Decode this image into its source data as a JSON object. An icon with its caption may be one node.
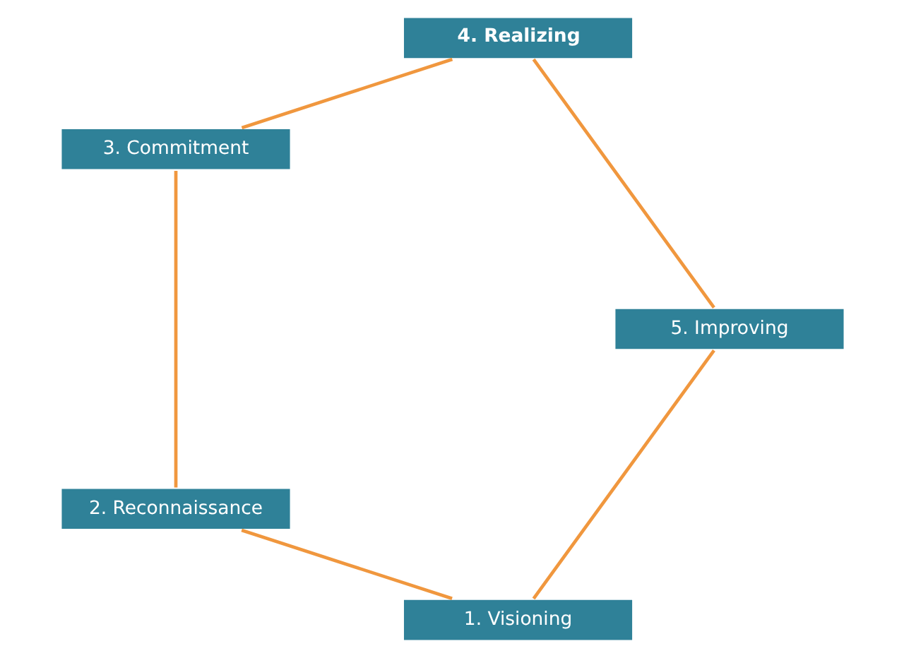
{
  "diagram": {
    "nodes": [
      {
        "text": [
          "1. Visioning"
        ]
      },
      {
        "text": [
          "2. Reconnaissance"
        ]
      },
      {
        "text": [
          "3. Commitment"
        ]
      },
      {
        "text": [
          "4. Realizing"
        ]
      },
      {
        "text": [
          "5. Improving"
        ]
      }
    ],
    "edges": [
      {
        "from": 0,
        "to": 1,
        "arrow": "none"
      },
      {
        "from": 1,
        "to": 2,
        "arrow": "none"
      },
      {
        "from": 2,
        "to": 3,
        "arrow": "none"
      },
      {
        "from": 3,
        "to": 4,
        "arrow": "none"
      },
      {
        "from": 4,
        "to": 0,
        "arrow": "none"
      }
    ]
  }
}
